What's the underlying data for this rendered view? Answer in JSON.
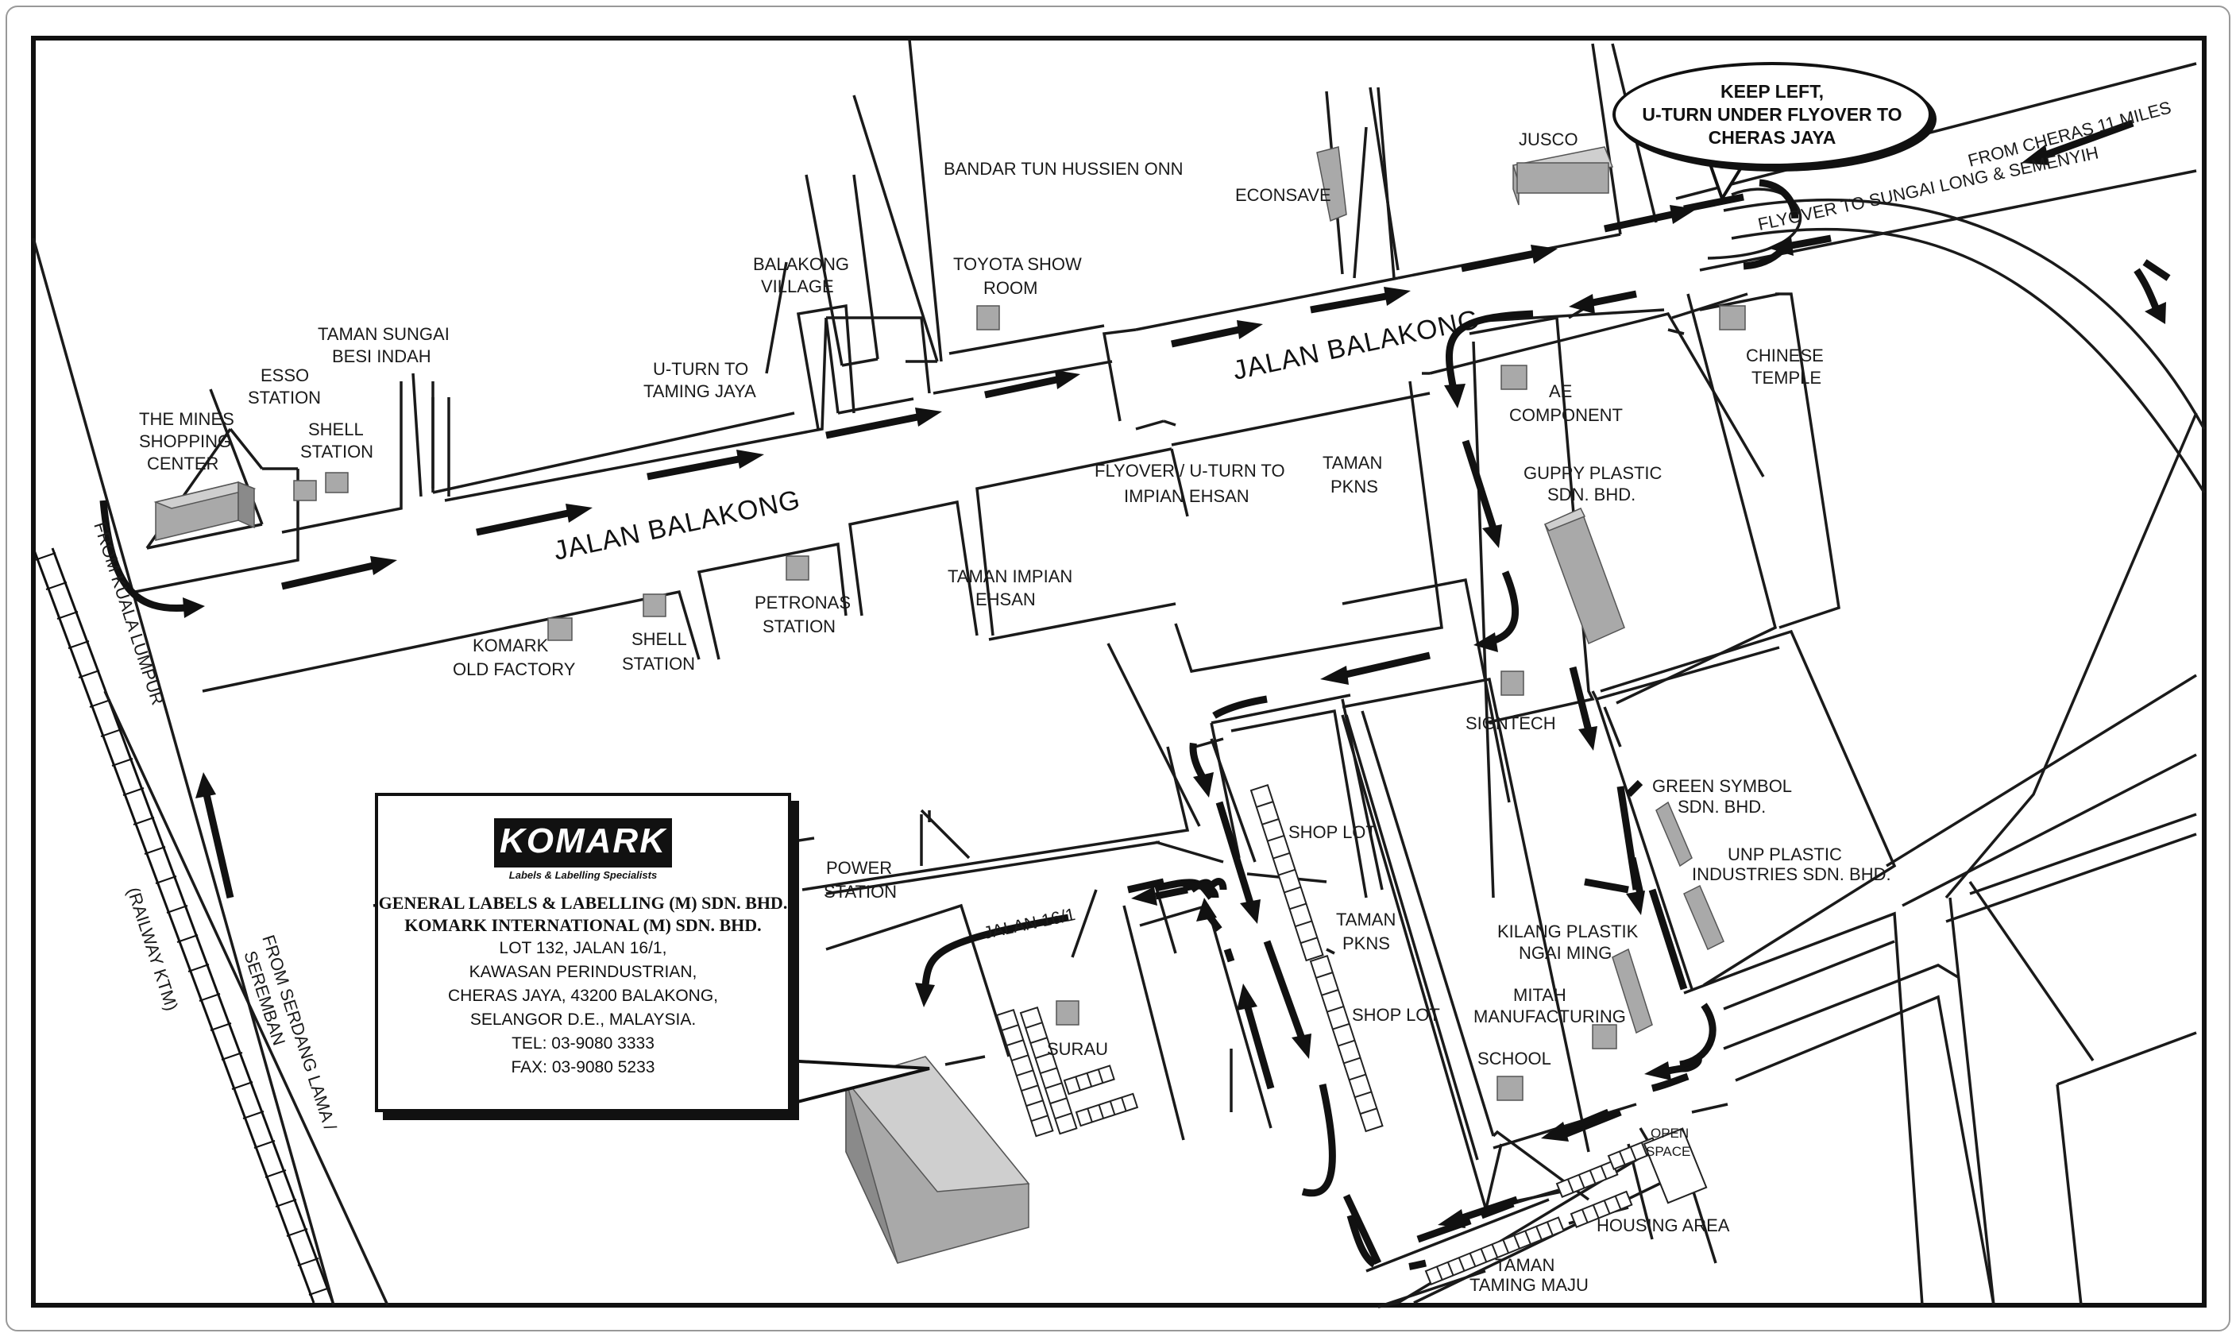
{
  "roads": {
    "main_road_1": "JALAN BALAKONG",
    "main_road_2": "JALAN BALAKONG",
    "jalan_16_1": "JALAN 16/1",
    "flyover_sungai_long": "FLYOVER TO SUNGAI LONG & SEMENYIH",
    "from_cheras": "FROM CHERAS 11 MILES",
    "from_kl": "FROM KUALA LUMPUR",
    "from_serdang_1": "FROM SERDANG LAMA /",
    "from_serdang_2": "SEREMBAN",
    "railway": "(RAILWAY KTM)"
  },
  "landmarks": {
    "mines_1": "THE MINES",
    "mines_2": "SHOPPING",
    "mines_3": "CENTER",
    "esso_1": "ESSO",
    "esso_2": "STATION",
    "shell1_1": "SHELL",
    "shell1_2": "STATION",
    "taman_sungai_1": "TAMAN SUNGAI",
    "taman_sungai_2": "BESI INDAH",
    "uturn_taming_1": "U-TURN TO",
    "uturn_taming_2": "TAMING JAYA",
    "balakong_village_1": "BALAKONG",
    "balakong_village_2": "VILLAGE",
    "bandar_tun": "BANDAR TUN HUSSIEN ONN",
    "toyota_1": "TOYOTA SHOW",
    "toyota_2": "ROOM",
    "econsave": "ECONSAVE",
    "jusco": "JUSCO",
    "chinese_temple_1": "CHINESE",
    "chinese_temple_2": "TEMPLE",
    "ae_1": "AE",
    "ae_2": "COMPONENT",
    "guppy_1": "GUPPY PLASTIC",
    "guppy_2": "SDN. BHD.",
    "flyover_impian_1": "FLYOVER / U-TURN TO",
    "flyover_impian_2": "IMPIAN EHSAN",
    "taman_pkns_1a": "TAMAN",
    "taman_pkns_1b": "PKNS",
    "komark_old_1": "KOMARK",
    "komark_old_2": "OLD FACTORY",
    "shell2_1": "SHELL",
    "shell2_2": "STATION",
    "petronas_1": "PETRONAS",
    "petronas_2": "STATION",
    "taman_impian_1": "TAMAN IMPIAN",
    "taman_impian_2": "EHSAN",
    "signtech": "SIGNTECH",
    "green_symbol_1": "GREEN SYMBOL",
    "green_symbol_2": "SDN. BHD.",
    "unp_1": "UNP PLASTIC",
    "unp_2": "INDUSTRIES SDN. BHD.",
    "power_1": "POWER",
    "power_2": "STATION",
    "shop_lot_1": "SHOP LOT",
    "taman_pkns_2a": "TAMAN",
    "taman_pkns_2b": "PKNS",
    "shop_lot_2": "SHOP LOT",
    "kilang_1": "KILANG PLASTIK",
    "kilang_2": "NGAI MING",
    "mitah_1": "MITAH",
    "mitah_2": "MANUFACTURING",
    "school": "SCHOOL",
    "surau": "SURAU",
    "open_space_1": "OPEN",
    "open_space_2": "SPACE",
    "housing_area": "HOUSING AREA",
    "taman_taming_1": "TAMAN",
    "taman_taming_2": "TAMING MAJU"
  },
  "callout": {
    "line1": "KEEP LEFT,",
    "line2": "U-TURN UNDER FLYOVER TO",
    "line3": "CHERAS JAYA"
  },
  "infobox": {
    "logo": "KOMARK",
    "tagline": "Labels & Labelling Specialists",
    "company1": "GENERAL LABELS & LABELLING (M) SDN. BHD.",
    "company2": "KOMARK INTERNATIONAL (M) SDN. BHD.",
    "addr1": "LOT 132, JALAN 16/1,",
    "addr2": "KAWASAN PERINDUSTRIAN,",
    "addr3": "CHERAS JAYA, 43200 BALAKONG,",
    "addr4": "SELANGOR D.E., MALAYSIA.",
    "tel": "TEL: 03-9080 3333",
    "fax": "FAX: 03-9080 5233"
  }
}
